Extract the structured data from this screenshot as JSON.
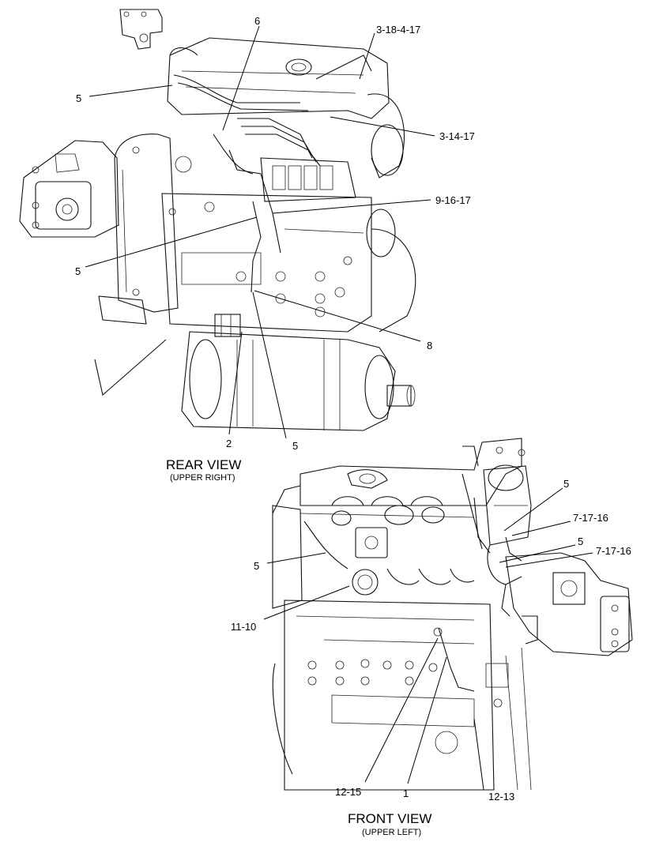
{
  "rear_view": {
    "title": "REAR VIEW",
    "subtitle": "(UPPER RIGHT)",
    "callouts": {
      "c6": "6",
      "c3_18_4_17": "3-18-4-17",
      "c5_top": "5",
      "c3_14_17": "3-14-17",
      "c9_16_17": "9-16-17",
      "c5_mid": "5",
      "c8": "8",
      "c2": "2",
      "c5_bottom": "5"
    }
  },
  "front_view": {
    "title": "FRONT VIEW",
    "subtitle": "(UPPER LEFT)",
    "callouts": {
      "c5_a": "5",
      "c7_17_16_a": "7-17-16",
      "c5_b": "5",
      "c7_17_16_b": "7-17-16",
      "c5_left": "5",
      "c11_10": "11-10",
      "c12_15": "12-15",
      "c1": "1",
      "c12_13": "12-13"
    }
  }
}
